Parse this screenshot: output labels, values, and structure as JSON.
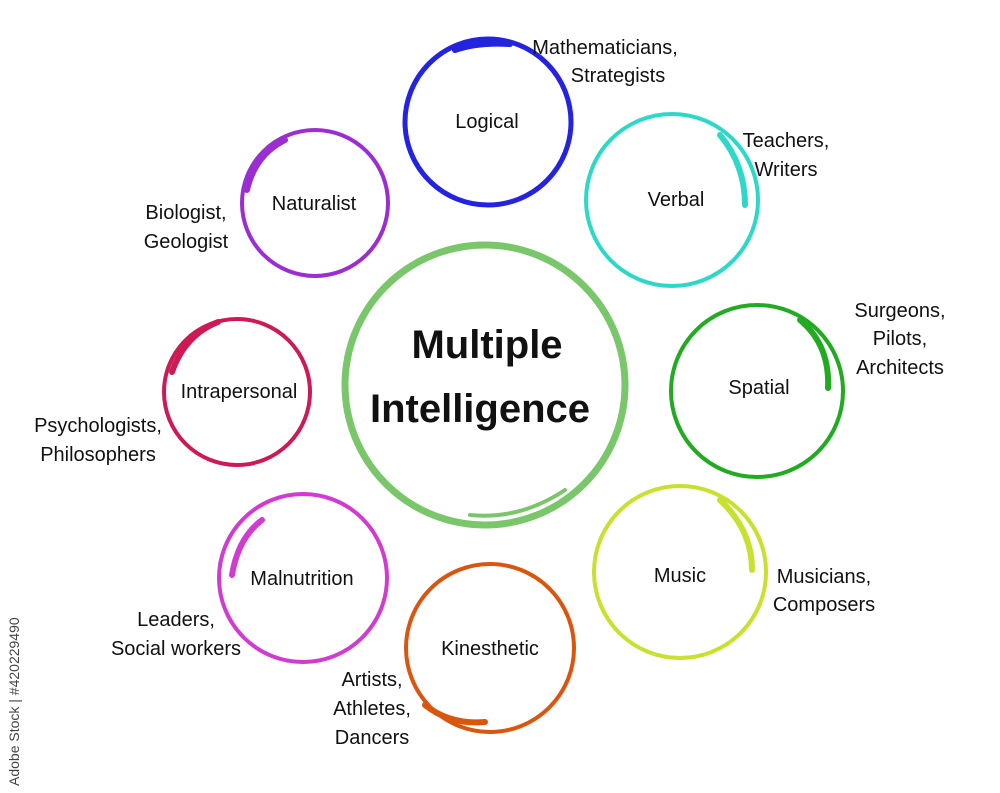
{
  "center": {
    "line1": "Multiple",
    "line2": "Intelligence",
    "color": "#79c76a"
  },
  "intelligences": [
    {
      "key": "logical",
      "label": "Logical",
      "color": "#2323e0",
      "examples": [
        "Mathematicians,",
        "Strategists"
      ]
    },
    {
      "key": "verbal",
      "label": "Verbal",
      "color": "#2ed8c8",
      "examples": [
        "Teachers,",
        "Writers"
      ]
    },
    {
      "key": "spatial",
      "label": "Spatial",
      "color": "#22aa22",
      "examples": [
        "Surgeons,",
        "Pilots,",
        "Architects"
      ]
    },
    {
      "key": "music",
      "label": "Music",
      "color": "#c8e02e",
      "examples": [
        "Musicians,",
        "Composers"
      ]
    },
    {
      "key": "kinesthetic",
      "label": "Kinesthetic",
      "color": "#d9560f",
      "examples": [
        "Artists,",
        "Athletes,",
        "Dancers"
      ]
    },
    {
      "key": "malnutrition",
      "label": "Malnutrition",
      "color": "#d03bd0",
      "examples": [
        "Leaders,",
        "Social workers"
      ]
    },
    {
      "key": "intrapersonal",
      "label": "Intrapersonal",
      "color": "#cc1a55",
      "examples": [
        "Psychologists,",
        "Philosophers"
      ]
    },
    {
      "key": "naturalist",
      "label": "Naturalist",
      "color": "#9b2ed0",
      "examples": [
        "Biologist,",
        "Geologist"
      ]
    }
  ],
  "watermark": {
    "text": "Adobe Stock | #420229490"
  }
}
